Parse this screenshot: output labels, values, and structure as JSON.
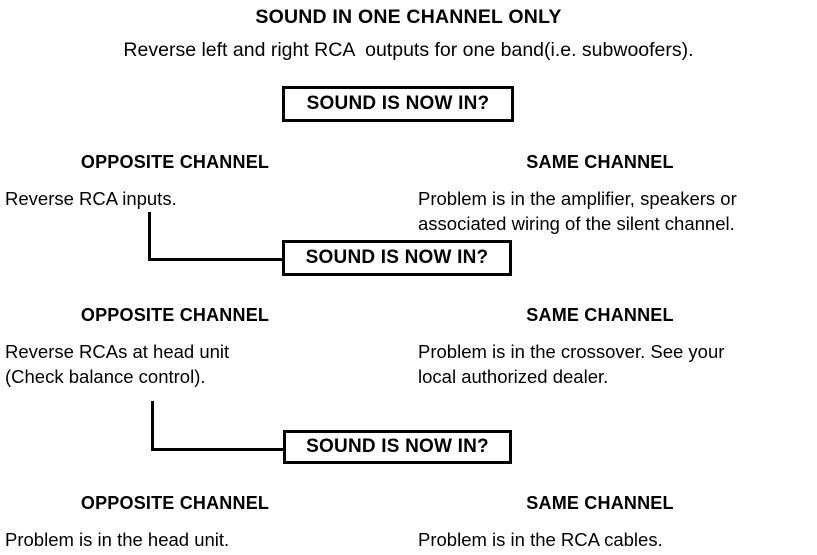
{
  "diagram": {
    "title": "SOUND IN ONE CHANNEL ONLY",
    "subtitle": "Reverse left and right RCA  outputs for one band(i.e. subwoofers).",
    "decision_label": "SOUND IS NOW IN?",
    "colors": {
      "text": "#000000",
      "background": "#ffffff",
      "border": "#000000",
      "connector": "#000000"
    },
    "decisions": [
      {
        "label": "SOUND IS NOW IN?"
      },
      {
        "label": "SOUND IS NOW IN?"
      },
      {
        "label": "SOUND IS NOW IN?"
      }
    ],
    "branches": [
      {
        "left_heading": "OPPOSITE CHANNEL",
        "left_body": "Reverse RCA inputs.",
        "right_heading": "SAME CHANNEL",
        "right_body_line1": "Problem is in the amplifier, speakers or",
        "right_body_line2": "associated wiring of the silent channel."
      },
      {
        "left_heading": "OPPOSITE CHANNEL",
        "left_body_line1": "Reverse RCAs at head unit",
        "left_body_line2": "(Check balance control).",
        "right_heading": "SAME CHANNEL",
        "right_body_line1": "Problem is in the crossover. See your",
        "right_body_line2": "local authorized dealer."
      },
      {
        "left_heading": "OPPOSITE CHANNEL",
        "left_body": "Problem is in the head unit.",
        "right_heading": "SAME CHANNEL",
        "right_body": "Problem is in the RCA cables."
      }
    ]
  },
  "chart_data": {
    "type": "diagram",
    "title": "SOUND IN ONE CHANNEL ONLY",
    "nodes": [
      "SOUND IN ONE CHANNEL ONLY",
      "Reverse left and right RCA  outputs for one band(i.e. subwoofers).",
      "SOUND IS NOW IN?",
      "OPPOSITE CHANNEL / Reverse RCA inputs.",
      "SAME CHANNEL / Problem is in the amplifier, speakers or associated wiring of the silent channel.",
      "SOUND IS NOW IN?",
      "OPPOSITE CHANNEL / Reverse RCAs at head unit (Check balance control).",
      "SAME CHANNEL / Problem is in the crossover. See your local authorized dealer.",
      "SOUND IS NOW IN?",
      "OPPOSITE CHANNEL / Problem is in the head unit.",
      "SAME CHANNEL / Problem is in the RCA cables."
    ]
  }
}
